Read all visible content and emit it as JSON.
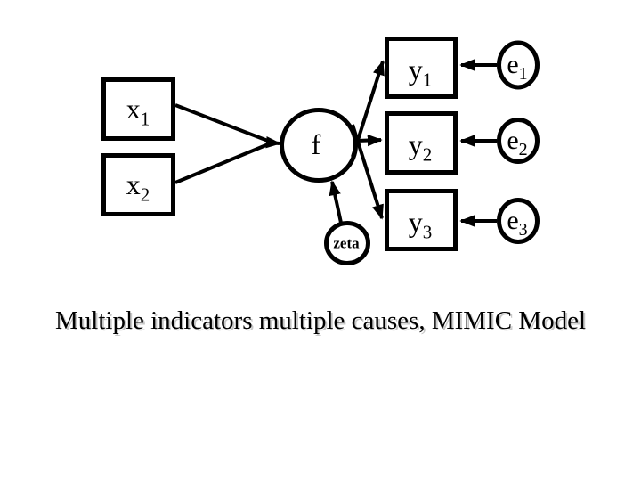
{
  "colors": {
    "ink": "#000000",
    "background": "#ffffff",
    "caption_shadow": "#c8c8c8"
  },
  "nodes": {
    "x1": {
      "base": "x",
      "sub": "1"
    },
    "x2": {
      "base": "x",
      "sub": "2"
    },
    "f": {
      "base": "f",
      "sub": ""
    },
    "zeta": {
      "base": "zeta",
      "sub": ""
    },
    "y1": {
      "base": "y",
      "sub": "1"
    },
    "y2": {
      "base": "y",
      "sub": "2"
    },
    "y3": {
      "base": "y",
      "sub": "3"
    },
    "e1": {
      "base": "e",
      "sub": "1"
    },
    "e2": {
      "base": "e",
      "sub": "2"
    },
    "e3": {
      "base": "e",
      "sub": "3"
    }
  },
  "edges": [
    {
      "from": "x1",
      "to": "f"
    },
    {
      "from": "x2",
      "to": "f"
    },
    {
      "from": "f",
      "to": "y1"
    },
    {
      "from": "f",
      "to": "y2"
    },
    {
      "from": "f",
      "to": "y3"
    },
    {
      "from": "zeta",
      "to": "f"
    },
    {
      "from": "e1",
      "to": "y1"
    },
    {
      "from": "e2",
      "to": "y2"
    },
    {
      "from": "e3",
      "to": "y3"
    }
  ],
  "caption": {
    "text": "Multiple indicators multiple causes, MIMIC Model"
  }
}
